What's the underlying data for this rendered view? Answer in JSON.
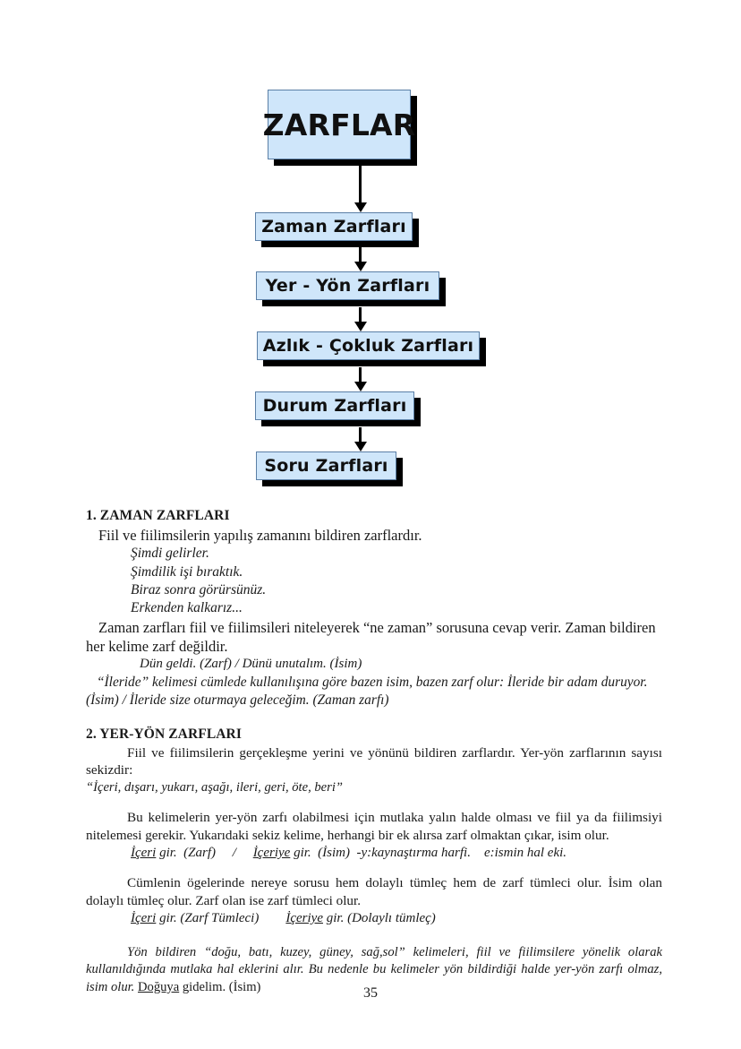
{
  "document": {
    "page_number": "35",
    "colors": {
      "node_fill": "#cfe6fa",
      "node_border": "#5b7fa6",
      "node_shadow": "#000000",
      "text": "#1a1a1a"
    }
  },
  "flowchart": {
    "root": "ZARFLAR",
    "nodes": [
      "Zaman Zarfları",
      "Yer - Yön Zarfları",
      "Azlık - Çokluk Zarfları",
      "Durum Zarfları",
      "Soru Zarfları"
    ]
  },
  "sections": [
    {
      "title": "1. ZAMAN ZARFLARI",
      "lead": "Fiil ve fiilimsilerin yapılış zamanını bildiren zarflardır.",
      "examples": [
        "Şimdi gelirler.",
        "Şimdilik işi bıraktık.",
        "Biraz sonra görürsünüz.",
        "Erkenden kalkarız..."
      ],
      "paragraph": "Zaman zarfları fiil ve fiilimsileri niteleyerek “ne zaman” sorusuna cevap verir. Zaman bildiren her kelime zarf değildir.",
      "example_line": "Dün geldi. (Zarf) / Dünü unutalım. (İsim)",
      "closing": "“İleride” kelimesi cümlede kullanılışına göre bazen isim, bazen zarf olur: İleride bir adam duruyor. (İsim)  / İleride size oturmaya geleceğim. (Zaman zarfı)"
    },
    {
      "title": "2. YER-YÖN ZARFLARI",
      "intro": "Fiil ve fiilimsilerin gerçekleşme yerini ve yönünü bildiren zarflardır. Yer-yön zarflarının sayısı sekizdir:",
      "list_quote": "“İçeri, dışarı, yukarı, aşağı, ileri, geri, öte, beri”",
      "para2": "Bu kelimelerin yer-yön zarfı olabilmesi için mutlaka yalın halde olması ve fiil ya da fiilimsiyi nitelemesi gerekir. Yukarıdaki sekiz kelime, herhangi bir ek alırsa zarf olmaktan çıkar, isim olur.",
      "ex2": {
        "a_underline": "İçeri",
        "a_rest": " gir.  (Zarf)",
        "sep": "     /     ",
        "b_underline": "İçeriye",
        "b_rest": " gir.  (İsim)  -y:kaynaştırma harfi.    e:ismin hal eki."
      },
      "para3": "Cümlenin ögelerinde nereye sorusu hem dolaylı tümleç hem de zarf tümleci olur. İsim olan dolaylı tümleç olur. Zarf olan ise zarf tümleci olur.",
      "ex3": {
        "a_underline": "İçeri",
        "a_rest": " gir. (Zarf Tümleci)",
        "sep": "        ",
        "b_underline": "İçeriye",
        "b_rest": " gir. (Dolaylı tümleç)"
      },
      "para4_a": "Yön bildiren “doğu, batı, kuzey, güney, sağ,sol” kelimeleri, fiil ve fiilimsilere yönelik olarak kullanıldığında mutlaka hal eklerini alır. Bu nedenle bu kelimeler yön bildirdiği halde yer-yön zarfı olmaz, isim olur. ",
      "para4_underline": "Doğuya",
      "para4_b": " gidelim. (İsim)"
    }
  ]
}
